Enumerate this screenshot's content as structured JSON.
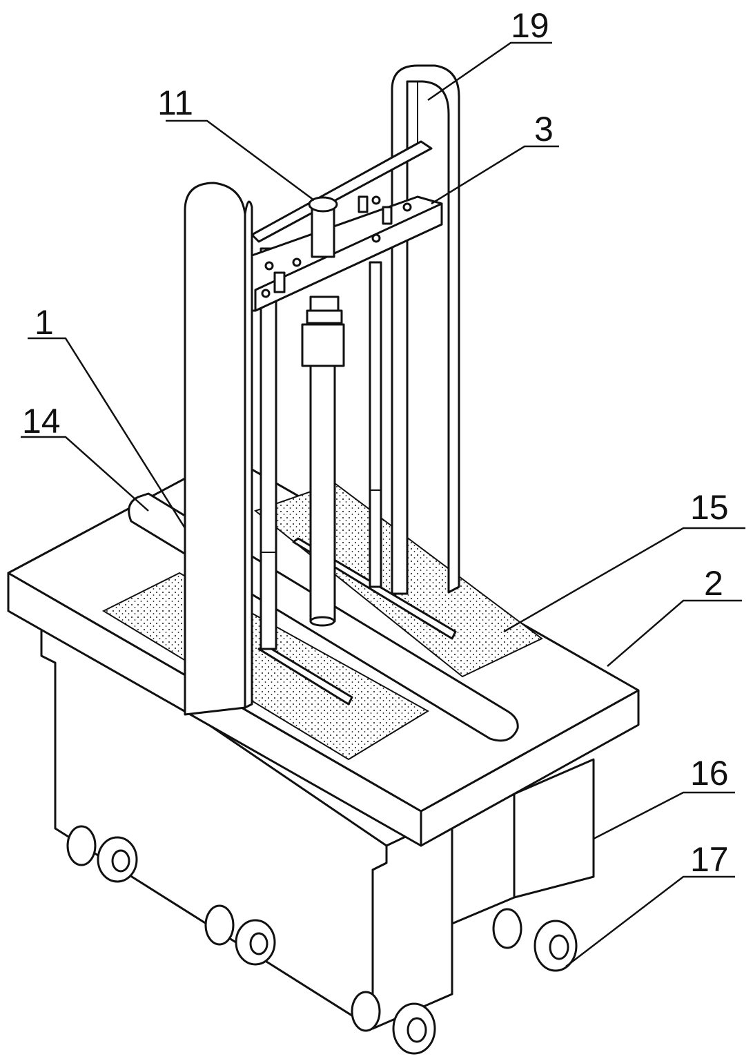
{
  "figure": {
    "labels": [
      {
        "id": "19",
        "text": "19"
      },
      {
        "id": "11",
        "text": "11"
      },
      {
        "id": "3",
        "text": "3"
      },
      {
        "id": "1",
        "text": "1"
      },
      {
        "id": "14",
        "text": "14"
      },
      {
        "id": "15",
        "text": "15"
      },
      {
        "id": "2",
        "text": "2"
      },
      {
        "id": "16",
        "text": "16"
      },
      {
        "id": "17",
        "text": "17"
      }
    ]
  }
}
